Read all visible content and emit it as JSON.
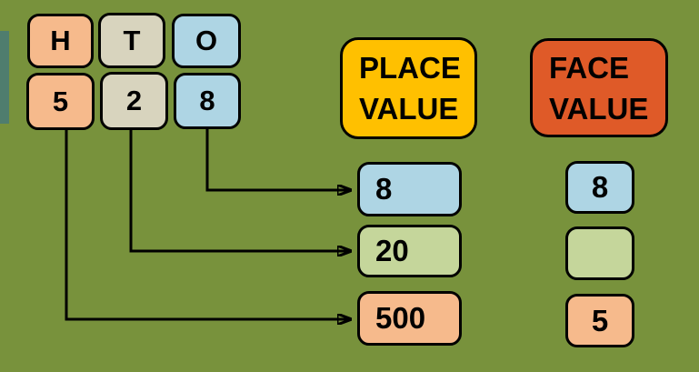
{
  "colors": {
    "background": "#78923C",
    "accent_bar": "#4F7D6E",
    "peach": "#F6BA8C",
    "tan": "#D8D4BE",
    "blue": "#AED5E4",
    "green": "#C5D69B",
    "yellow": "#FFC000",
    "red_orange": "#DF5A28",
    "outline": "#000000",
    "text": "#000000"
  },
  "hto": {
    "columns": [
      {
        "letter": "H",
        "digit": "5"
      },
      {
        "letter": "T",
        "digit": "2"
      },
      {
        "letter": "O",
        "digit": "8"
      }
    ]
  },
  "place_value": {
    "title": "PLACE VALUE",
    "values": [
      "8",
      "20",
      "500"
    ]
  },
  "face_value": {
    "title": "FACE VALUE",
    "values": [
      "8",
      "",
      "5"
    ]
  }
}
